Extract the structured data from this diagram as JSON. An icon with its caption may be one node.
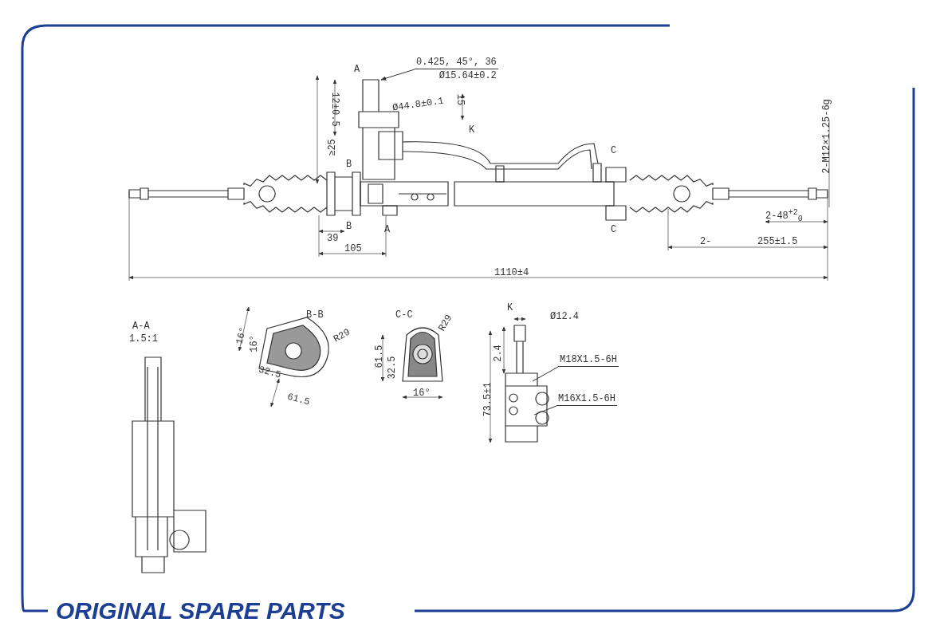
{
  "diagram": {
    "nodes": [
      {
        "text": [
          "0.425, 45°, 36",
          "Ø15.64±0.2"
        ]
      },
      {
        "text": [
          "M18X1.5-6H"
        ]
      },
      {
        "text": [
          "M16X1.5-6H"
        ]
      }
    ],
    "edges": [
      {
        "from": 0,
        "to": null,
        "arrow": "to"
      },
      {
        "from": 1,
        "to": null,
        "arrow": "none"
      },
      {
        "from": 2,
        "to": null,
        "arrow": "none"
      }
    ],
    "labels": [
      "A",
      "12±0.5",
      "≥25",
      "Ø44.8±0.1",
      "15",
      "K",
      "B",
      "B",
      "A",
      "39",
      "105",
      "C",
      "C",
      "2-M12×1.25-6g",
      "2-48$^{+2}$$_{0}$",
      "2-",
      "255±1.5",
      "1110±4",
      "A-A",
      "1.5:1",
      "B-B",
      "16°",
      "16°",
      "R29",
      "32.5",
      "61.5",
      "C-C",
      "R29",
      "61.5",
      "32.5",
      "16°",
      "K",
      "Ø12.4",
      "2.4",
      "73.5±1",
      "ORIGINAL SPARE PARTS"
    ]
  }
}
